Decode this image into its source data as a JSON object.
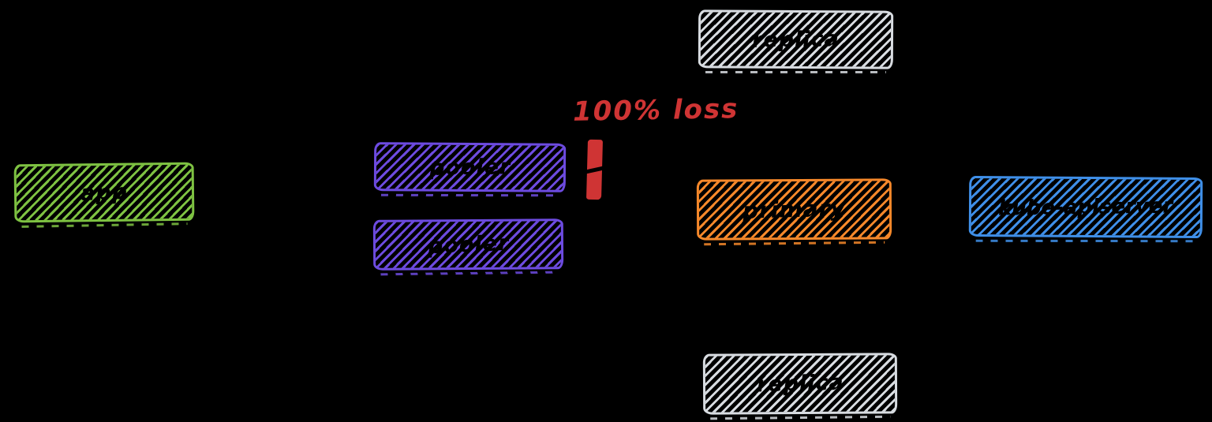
{
  "canvas": {
    "background": "#000000"
  },
  "annotation": {
    "loss_label": "100% loss",
    "color": "#cf3434"
  },
  "loss_marker": {
    "color": "#cf3434"
  },
  "nodes": [
    {
      "id": "app",
      "label": "app",
      "color": "#7ec242"
    },
    {
      "id": "pooler-1",
      "label": "pooler",
      "color": "#6d4be0"
    },
    {
      "id": "pooler-2",
      "label": "pooler",
      "color": "#6d4be0"
    },
    {
      "id": "replica-top",
      "label": "replica",
      "color": "#d8dce1"
    },
    {
      "id": "primary",
      "label": "primary",
      "color": "#f6882a"
    },
    {
      "id": "kube-apiserver",
      "label": "kube-apiserver",
      "color": "#3f8fe8"
    },
    {
      "id": "replica-bottom",
      "label": "replica",
      "color": "#d8dce1"
    }
  ]
}
